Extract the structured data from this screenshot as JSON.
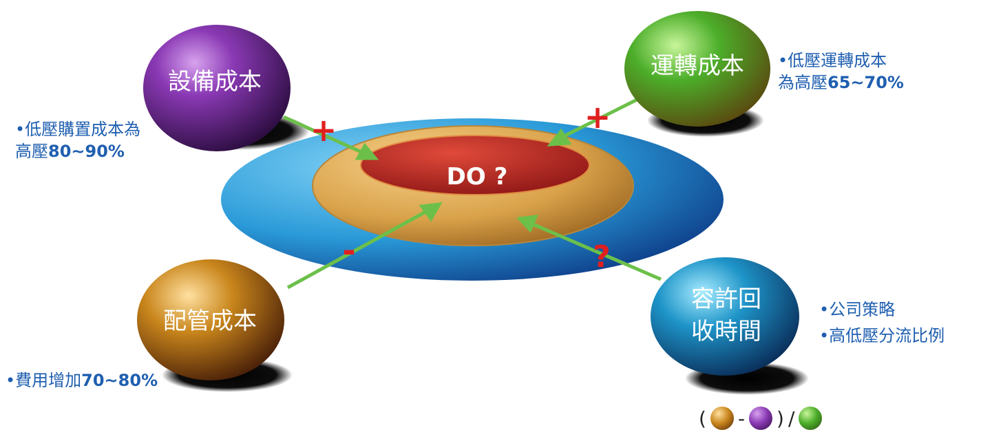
{
  "center": {
    "label": "DO ?"
  },
  "nodes": {
    "equipment": {
      "label": "設備成本",
      "color": "#7a2a9c"
    },
    "operation": {
      "label": "運轉成本",
      "color": "#4cae2a"
    },
    "piping": {
      "label": "配管成本",
      "color": "#c9861c"
    },
    "payback": {
      "label_line1": "容許回",
      "label_line2": "收時間",
      "color": "#1e94c8"
    }
  },
  "signs": {
    "equipment": "+",
    "operation": "+",
    "piping": "-",
    "payback": "?"
  },
  "notes": {
    "equipment": {
      "line1": "•低壓購置成本為",
      "line2_prefix": "高壓",
      "line2_value": "80~90%"
    },
    "operation": {
      "line1": "•低壓運轉成本",
      "line2_prefix": "為高壓",
      "line2_value": "65~70%"
    },
    "piping": {
      "line1_prefix": "•費用增加",
      "line1_value": "70~80%"
    },
    "payback": {
      "line1": "•公司策略",
      "line2": "•高低壓分流比例"
    }
  },
  "formula": {
    "open": "(",
    "minus": "-",
    "close_div": ")",
    "slash": "/"
  },
  "colors": {
    "arrow": "#6cc04a",
    "sign": "#e02020",
    "note_text": "#1f5fb0",
    "outer_disc": "#2a9ad8",
    "middle_disc": "#d9a24a",
    "inner_disc": "#c0221e"
  }
}
